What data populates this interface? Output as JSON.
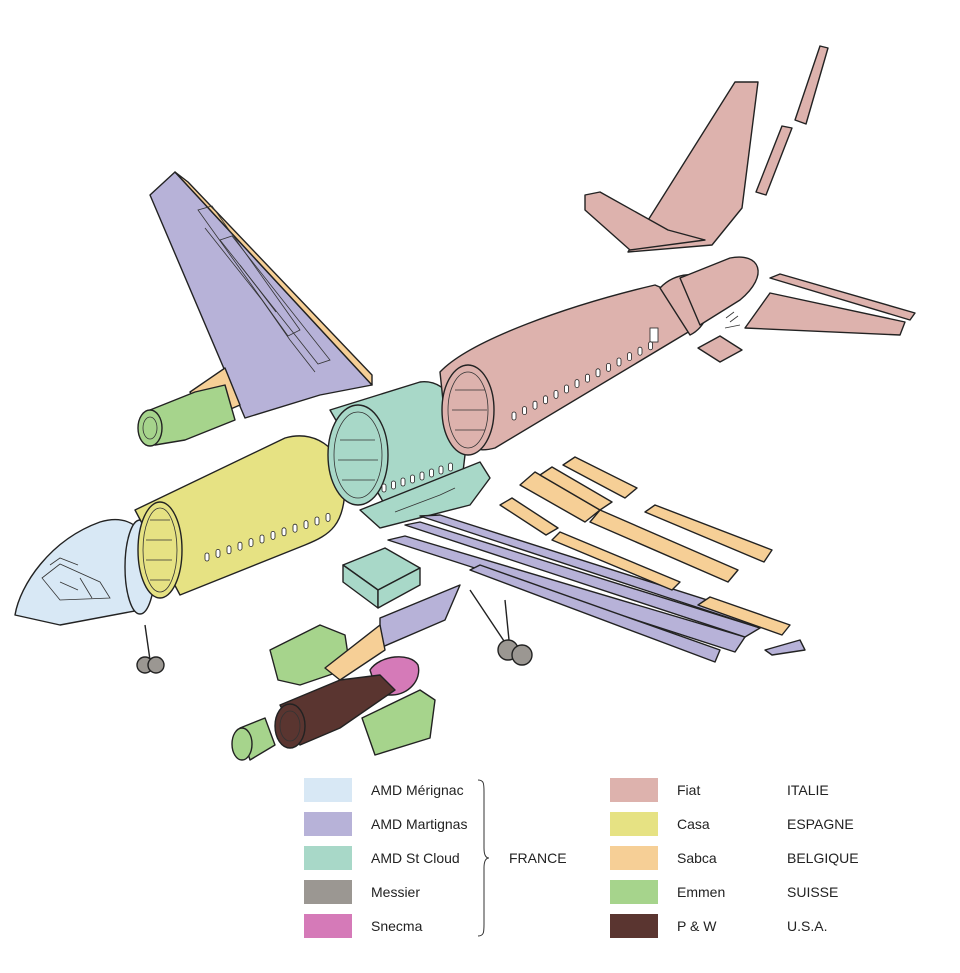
{
  "colors": {
    "amd_merignac": "#d8e8f5",
    "amd_martignas": "#b7b2d8",
    "amd_st_cloud": "#a8d8c8",
    "messier": "#9b9792",
    "snecma": "#d57ab8",
    "fiat": "#ddb2ad",
    "casa": "#e6e283",
    "sabca": "#f6cf96",
    "emmen": "#a6d48c",
    "pw": "#5a3530"
  },
  "legend": {
    "left": [
      {
        "label": "AMD Mérignac",
        "color": "#d8e8f5"
      },
      {
        "label": "AMD Martignas",
        "color": "#b7b2d8"
      },
      {
        "label": "AMD St Cloud",
        "color": "#a8d8c8"
      },
      {
        "label": "Messier",
        "color": "#9b9792"
      },
      {
        "label": "Snecma",
        "color": "#d57ab8"
      }
    ],
    "france_label": "FRANCE",
    "right": [
      {
        "label": "Fiat",
        "country": "ITALIE",
        "color": "#ddb2ad"
      },
      {
        "label": "Casa",
        "country": "ESPAGNE",
        "color": "#e6e283"
      },
      {
        "label": "Sabca",
        "country": "BELGIQUE",
        "color": "#f6cf96"
      },
      {
        "label": "Emmen",
        "country": "SUISSE",
        "color": "#a6d48c"
      },
      {
        "label": "P & W",
        "country": "U.S.A.",
        "color": "#5a3530"
      }
    ]
  }
}
